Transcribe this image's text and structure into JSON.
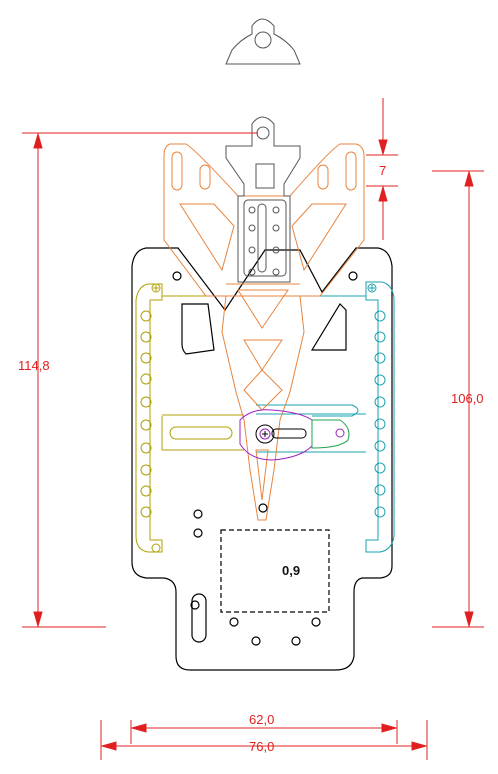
{
  "colors": {
    "dimension": "#e02020",
    "outline": "#000000",
    "top_plate": "#e8843c",
    "left_rail": "#b0a000",
    "right_rail": "#1aa0b0",
    "servo_arm": "#a020c0",
    "servo_link": "#20a050"
  },
  "dimensions": {
    "total_height": "114,8",
    "plate_height": "106,0",
    "offset": "7",
    "inner_width": "62,0",
    "total_width": "76,0"
  },
  "labels": {
    "thickness": "0,9"
  }
}
